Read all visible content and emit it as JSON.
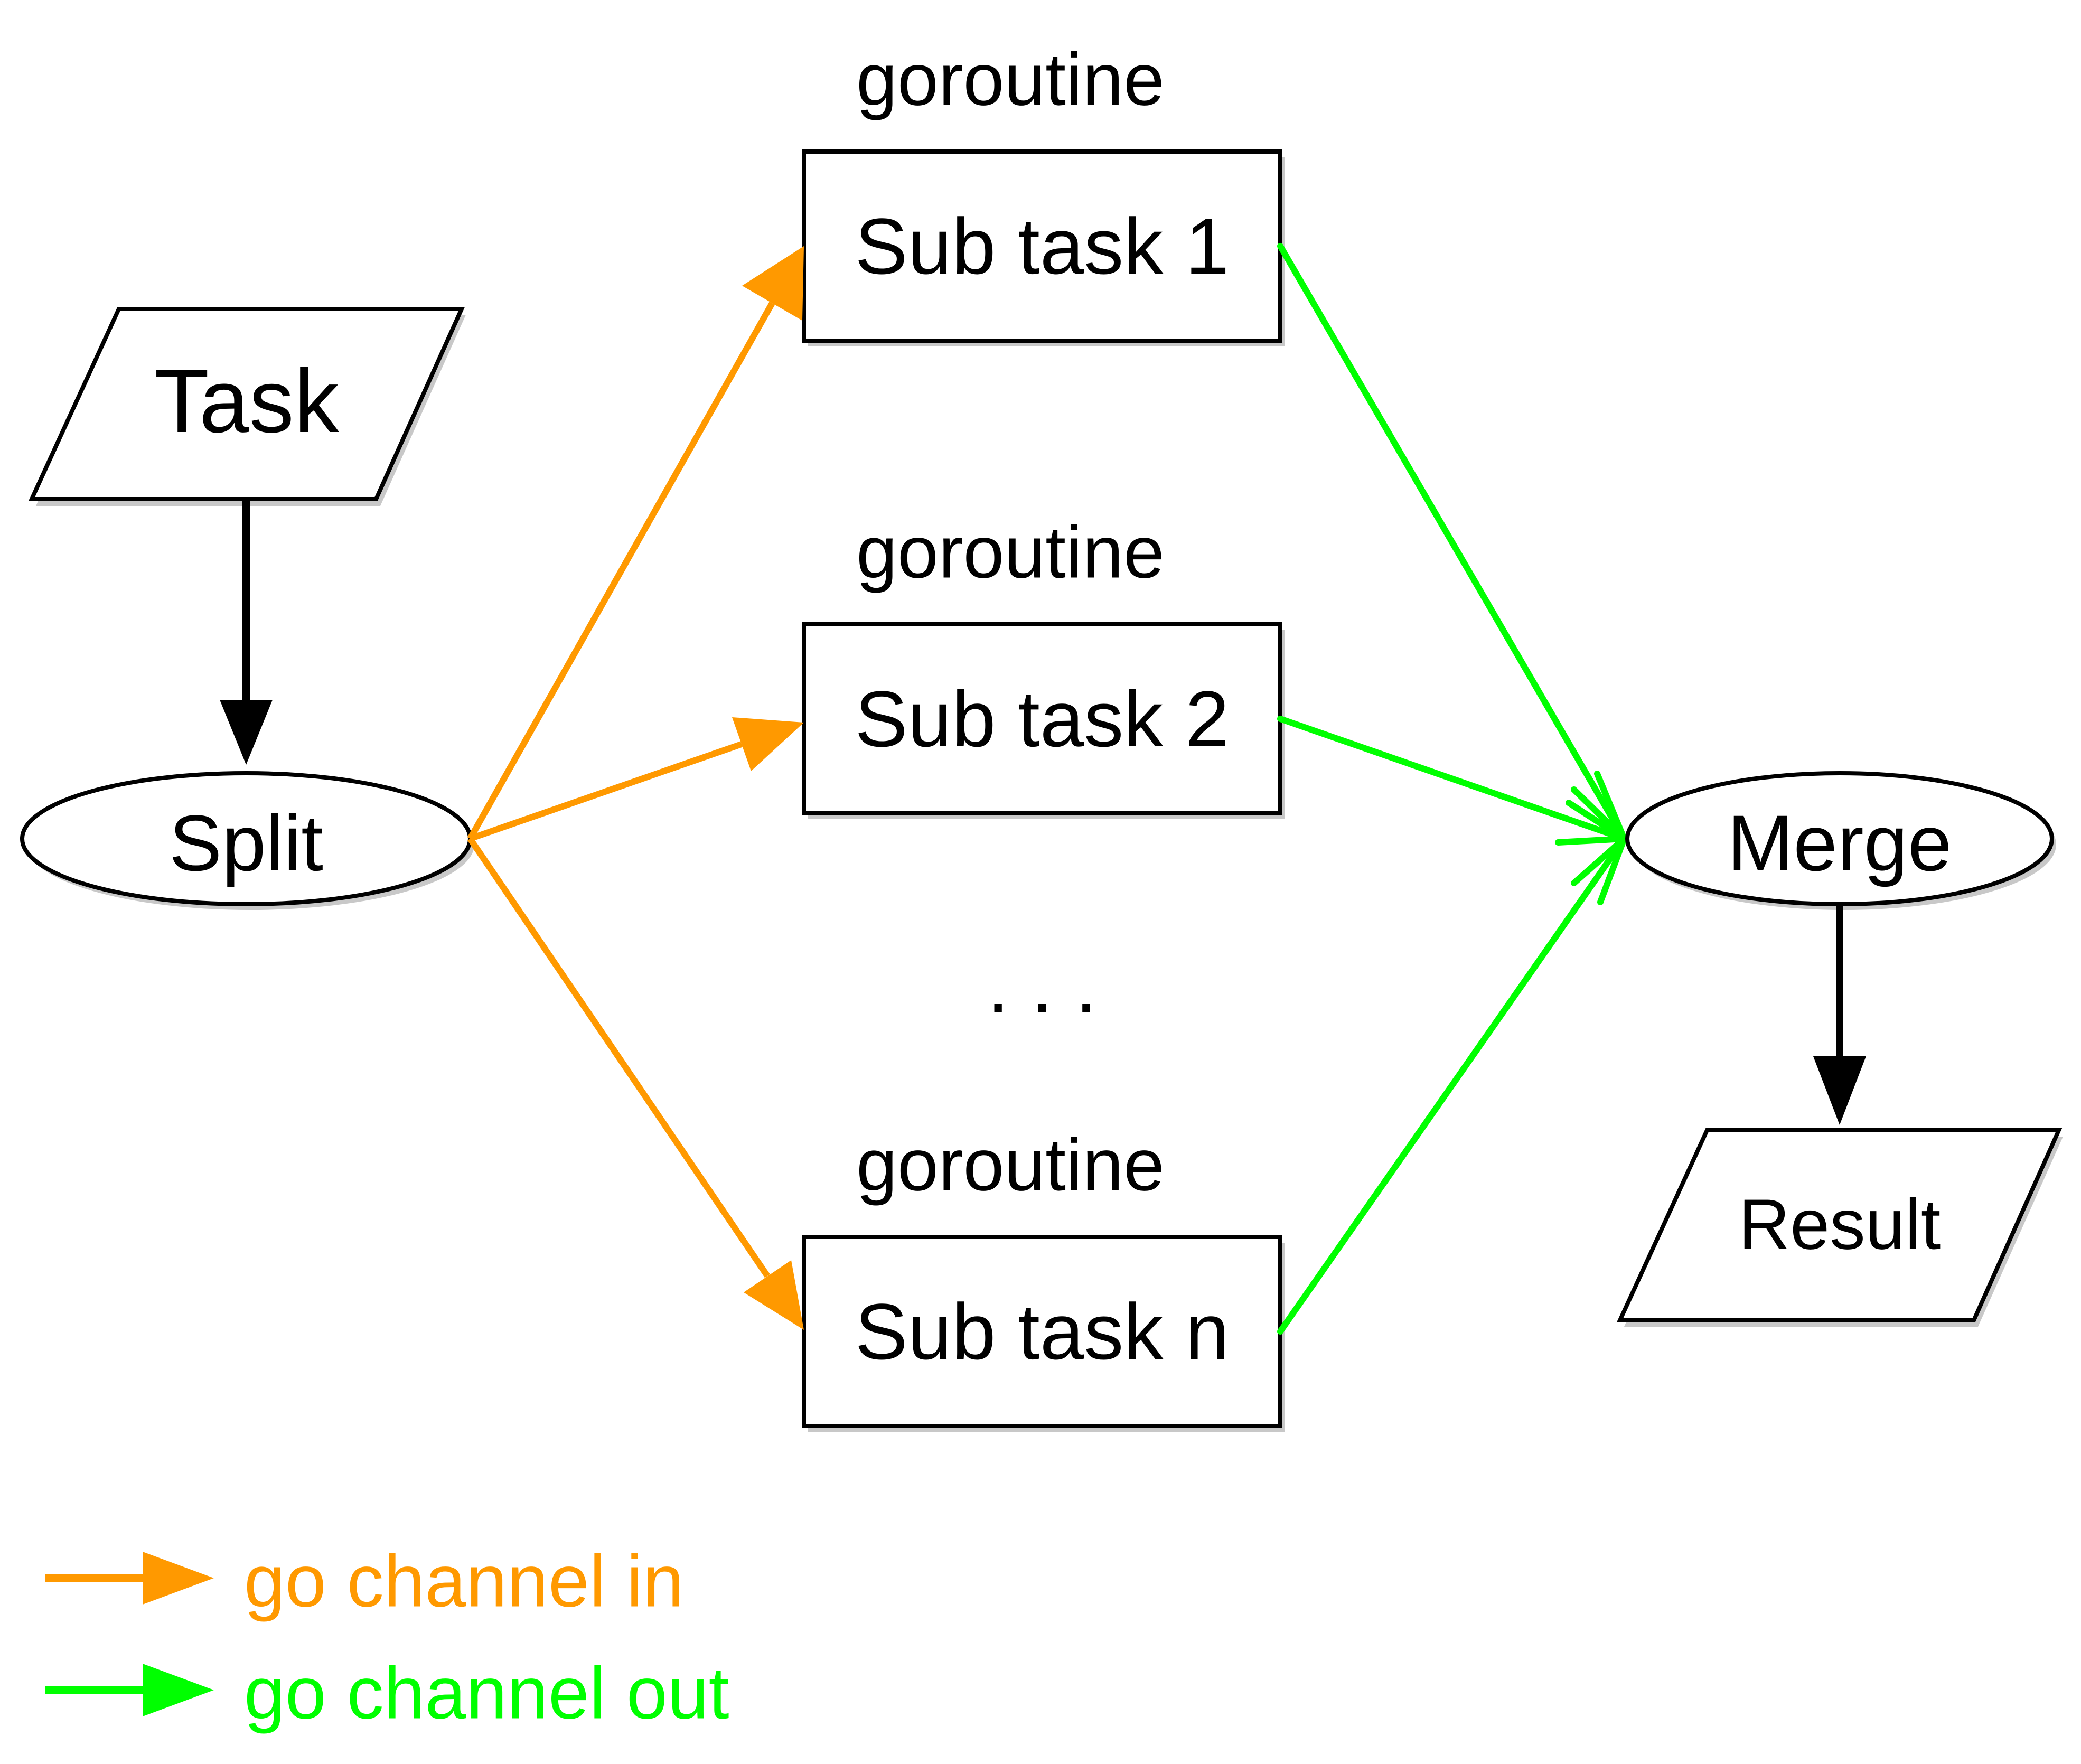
{
  "nodes": {
    "task": "Task",
    "split": "Split",
    "subtask_1": "Sub task 1",
    "subtask_2": "Sub task 2",
    "subtask_n": "Sub task n",
    "merge": "Merge",
    "result": "Result"
  },
  "goroutine_labels": [
    "goroutine",
    "goroutine",
    "goroutine"
  ],
  "ellipsis": ". . .",
  "legend": [
    {
      "label": "go channel in",
      "color": "#ff9900"
    },
    {
      "label": "go channel out",
      "color": "#00ff00"
    }
  ],
  "colors": {
    "channel_in": "#ff9900",
    "channel_out": "#00ff00",
    "flow": "#000000"
  }
}
